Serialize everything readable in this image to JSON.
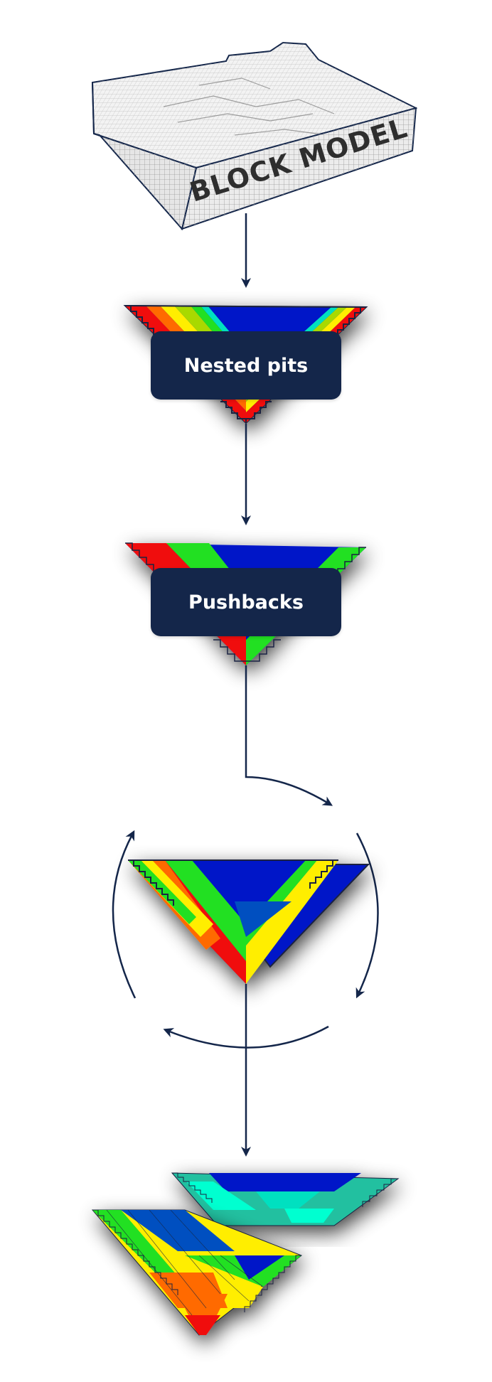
{
  "block_model": {
    "label": "BLOCK MODEL"
  },
  "steps": [
    {
      "id": "nested",
      "label": "Nested pits"
    },
    {
      "id": "pushbacks",
      "label": "Pushbacks"
    }
  ],
  "colors": {
    "arrow": "#14264a",
    "box": "#14264a",
    "grid_line": "#9a9a9a",
    "outline": "#1a2440",
    "red": "#f01010",
    "orange": "#ff6a00",
    "yellow": "#ffee00",
    "lime": "#a8d900",
    "green": "#22e020",
    "blue": "#0018c8",
    "blue_mid": "#0050c0",
    "cyan": "#00e0c0",
    "teal": "#20c0a0",
    "aqua": "#00ffd0"
  },
  "icons": [
    "down-arrow-icon",
    "cycle-arrows-icon"
  ]
}
